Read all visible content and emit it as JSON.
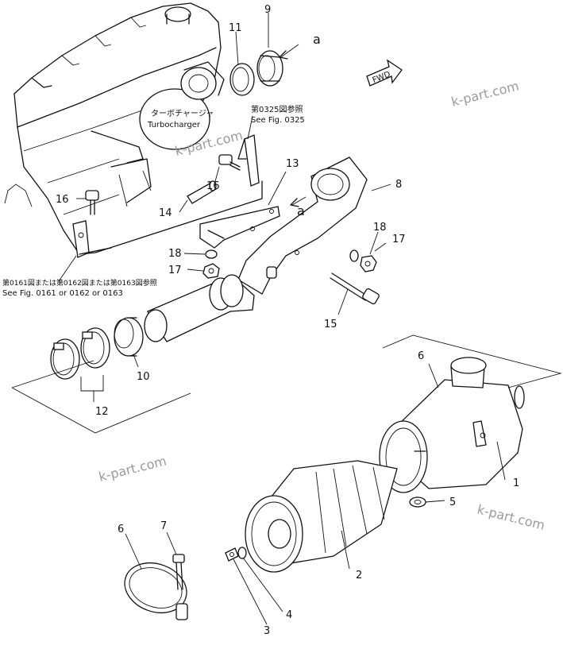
{
  "labels": {
    "n1": "1",
    "n2": "2",
    "n3": "3",
    "n4": "4",
    "n5": "5",
    "n6a": "6",
    "n6b": "6",
    "n7": "7",
    "n8": "8",
    "n9": "9",
    "n10": "10",
    "n11": "11",
    "n12": "12",
    "n13": "13",
    "n14": "14",
    "n15": "15",
    "n16a": "16",
    "n16b": "16",
    "n17a": "17",
    "n17b": "17",
    "n18a": "18",
    "n18b": "18",
    "a1": "a",
    "a2": "a"
  },
  "notes": {
    "turbo_jp": "ターボチャージャ",
    "turbo_en": "Turbocharger",
    "ref325_jp": "第0325図参照",
    "ref325_en": "See Fig. 0325",
    "ref161_jp": "第0161図または第0162図または第0163図参照",
    "ref161_en": "See Fig. 0161 or 0162 or 0163",
    "fwd": "FWD"
  },
  "watermarks": [
    "k-part.com",
    "k-part.com",
    "k-part.com",
    "k-part.com"
  ]
}
